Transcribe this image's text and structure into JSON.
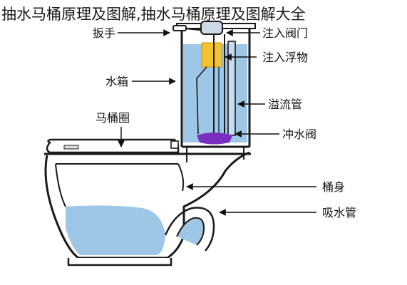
{
  "title": "抽水马桶原理及图解,抽水马桶原理及图解大全",
  "labels": {
    "handle": "扳手",
    "tank": "水箱",
    "seat": "马桶圈",
    "inlet_valve": "注入阀门",
    "inlet_float": "注入浮物",
    "overflow_pipe": "溢流管",
    "flush_valve": "冲水阀",
    "bowl_body": "桶身",
    "siphon_pipe": "吸水管"
  },
  "colors": {
    "water": "#9ec6e6",
    "float": "#f2c230",
    "flush_valve": "#7a2fc0",
    "outline": "#1a1a1a"
  }
}
